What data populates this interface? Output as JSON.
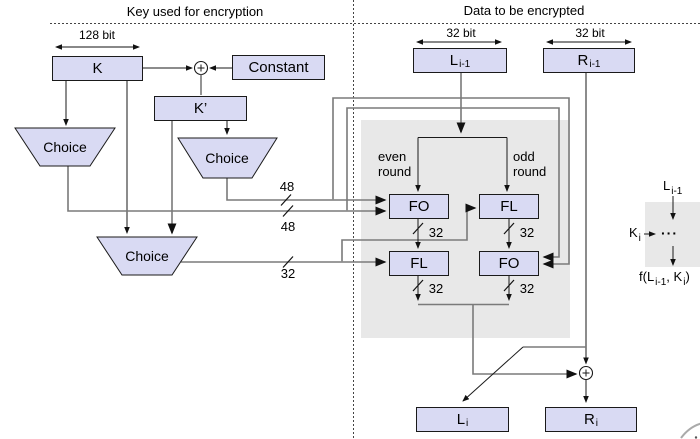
{
  "colors": {
    "box_fill": "#d9daf3",
    "panel_fill": "#e8e8e8",
    "line_dark": "#1a1a1a",
    "line_gray": "#7a7a7a"
  },
  "headings": {
    "key": "Key used for encryption",
    "data": "Data to be encrypted"
  },
  "key_half": {
    "bit_width": "128 bit",
    "k": "K",
    "constant": "Constant",
    "k_prime": "K’",
    "choice_top": "Choice",
    "choice_mid": "Choice",
    "choice_bottom": "Choice",
    "bus48_a": "48",
    "bus48_b": "48",
    "bus32": "32"
  },
  "data_half": {
    "bit_width_left": "32 bit",
    "bit_width_right": "32 bit",
    "l_in_main": "L",
    "l_in_sub": "i-1",
    "r_in_main": "R",
    "r_in_sub": "i-1",
    "even_round": "even round",
    "odd_round": "odd round",
    "fo_top": "FO",
    "fl_top": "FL",
    "fl_bottom": "FL",
    "fo_bottom": "FO",
    "bus32_fo_top": "32",
    "bus32_fl_top": "32",
    "bus32_fl_bottom": "32",
    "bus32_fo_bottom": "32",
    "l_out_main": "L",
    "l_out_sub": "i",
    "r_out_main": "R",
    "r_out_sub": "i"
  },
  "legend": {
    "l_main": "L",
    "l_sub": "i-1",
    "k_main": "K",
    "k_sub": "i",
    "dots": "···",
    "f_pre": "f(L",
    "f_sub1": "i-1",
    "f_mid": ", K",
    "f_sub2": "i",
    "f_post": ")"
  }
}
